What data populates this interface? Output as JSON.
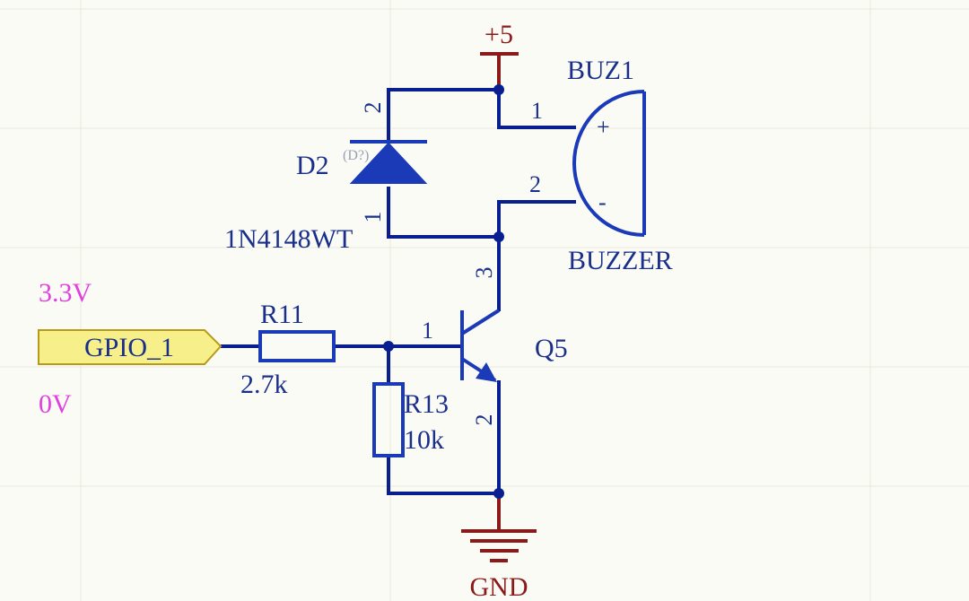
{
  "colors": {
    "background": "#fbfbf6",
    "grid": "#e8e8dc",
    "wire": "#0a1f8f",
    "component": "#1a3ab8",
    "label": "#1a2f8a",
    "power": "#8b1a1a",
    "annotation": "#e040e0",
    "port_fill": "#f7ef8a",
    "port_stroke": "#b89a1a",
    "junction": "#0a1f8f",
    "faded_designator": "#9aa0b8"
  },
  "power": {
    "vcc_label": "+5",
    "gnd_label": "GND"
  },
  "buzzer": {
    "designator": "BUZ1",
    "value": "BUZZER",
    "pin1": "1",
    "pin2": "2",
    "plus": "+",
    "minus": "-"
  },
  "diode": {
    "designator": "D2",
    "ghost": "(D?)",
    "value": "1N4148WT",
    "pin1": "1",
    "pin2": "2"
  },
  "transistor": {
    "designator": "Q5",
    "pin_base": "1",
    "pin_emitter": "2",
    "pin_collector": "3"
  },
  "r11": {
    "designator": "R11",
    "value": "2.7k"
  },
  "r13": {
    "designator": "R13",
    "value": "10k"
  },
  "port": {
    "name": "GPIO_1",
    "high_level": "3.3V",
    "low_level": "0V"
  }
}
